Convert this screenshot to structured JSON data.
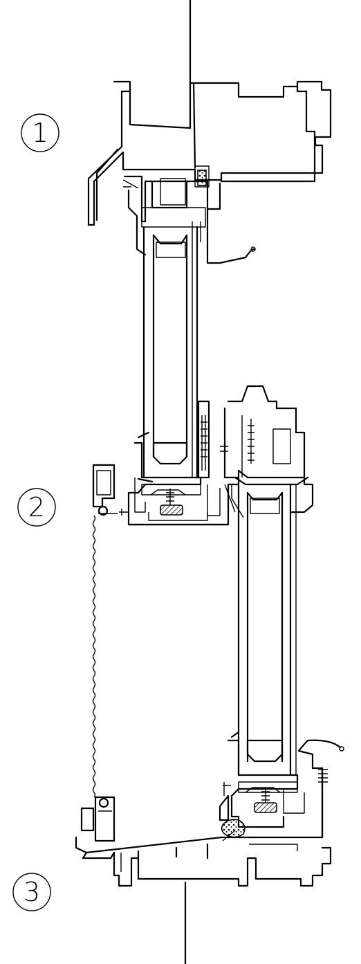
{
  "markers": [
    {
      "id": "marker-1",
      "label": "1"
    },
    {
      "id": "marker-2",
      "label": "2"
    },
    {
      "id": "marker-3",
      "label": "3"
    }
  ],
  "colors": {
    "line": "#000000",
    "background": "#ffffff"
  }
}
